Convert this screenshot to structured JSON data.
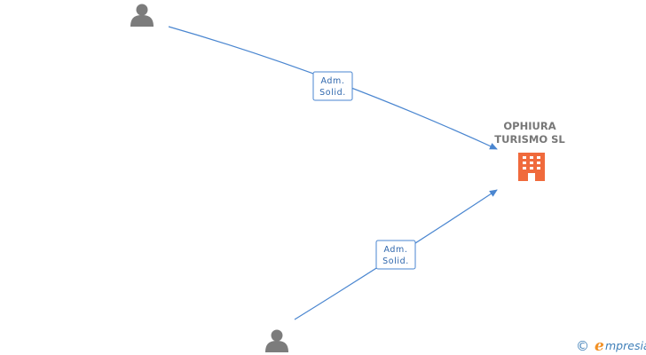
{
  "company": {
    "name_line1": "OPHIURA",
    "name_line2": "TURISMO SL",
    "icon": "building-icon",
    "color": "#f06a3c"
  },
  "people": [
    {
      "id": "person-top",
      "icon": "person-icon"
    },
    {
      "id": "person-bottom",
      "icon": "person-icon"
    }
  ],
  "relations": [
    {
      "from": "person-top",
      "to": "company",
      "label_line1": "Adm.",
      "label_line2": "Solid."
    },
    {
      "from": "person-bottom",
      "to": "company",
      "label_line1": "Adm.",
      "label_line2": "Solid."
    }
  ],
  "colors": {
    "edge": "#4a86d0",
    "person": "#7c7c7c",
    "brand_blue": "#3f7fb8",
    "brand_orange": "#f29024"
  },
  "footer": {
    "copyright": "©",
    "brand_initial": "e",
    "brand_rest": "mpresia"
  }
}
